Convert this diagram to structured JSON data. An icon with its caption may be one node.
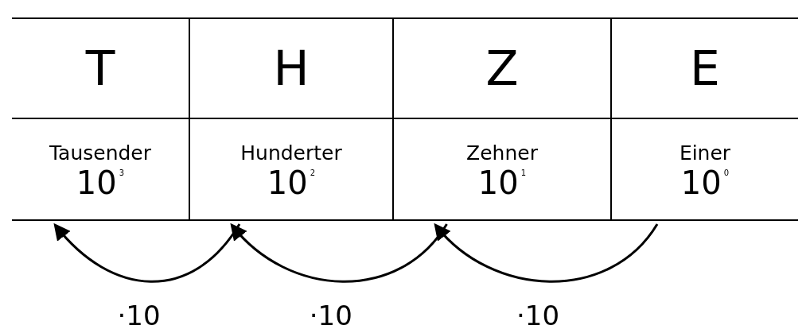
{
  "diagram": {
    "nodes": [
      {
        "text": [
          "T"
        ]
      },
      {
        "text": [
          "H"
        ]
      },
      {
        "text": [
          "Z"
        ]
      },
      {
        "text": [
          "E"
        ]
      },
      {
        "text": [
          "Tausender",
          "10$^{3}$"
        ]
      },
      {
        "text": [
          "Hunderter",
          "10$^{2}$"
        ]
      },
      {
        "text": [
          "Zehner",
          "10$^{1}$"
        ]
      },
      {
        "text": [
          "Einer",
          "10$^{0}$"
        ]
      }
    ],
    "edges": [
      {
        "from": 5,
        "to": 4,
        "arrow": "to",
        "label": "·10"
      },
      {
        "from": 6,
        "to": 5,
        "arrow": "to",
        "label": "·10"
      },
      {
        "from": 7,
        "to": 6,
        "arrow": "to",
        "label": "·10"
      }
    ]
  }
}
